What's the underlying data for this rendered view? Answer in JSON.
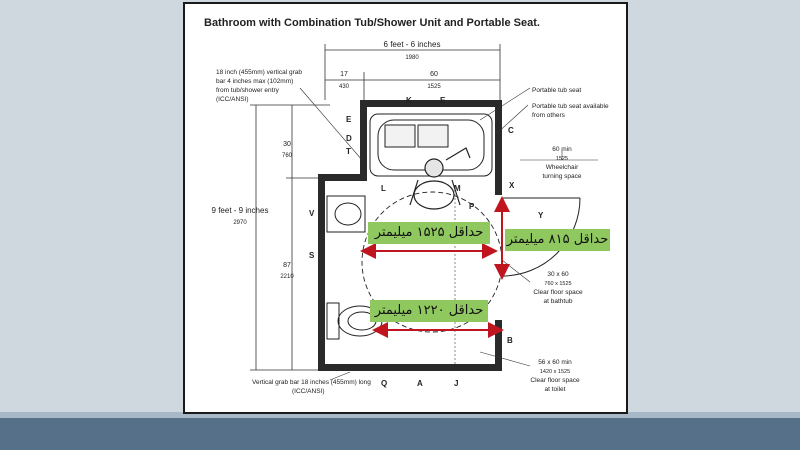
{
  "title": "Bathroom with Combination Tub/Shower Unit and Portable Seat.",
  "dims": {
    "top_total": "6 feet - 6 inches",
    "top_total_mm": "1980",
    "top_left": "17",
    "top_left_mm": "430",
    "top_right": "60",
    "top_right_mm": "1525",
    "left_total": "9 feet - 9 inches",
    "left_total_mm": "2970",
    "left_upper": "30",
    "left_upper_mm": "760",
    "left_lower": "87",
    "left_lower_mm": "2210"
  },
  "notes": {
    "grab_bar_top": [
      "18 inch (455mm) vertical grab",
      "bar 4 inches max (102mm)",
      "from tub/shower entry",
      "(ICC/ANSI)"
    ],
    "portable_seat": "Portable tub seat",
    "portable_seat_avail": [
      "Portable tub seat available",
      "from others"
    ],
    "turning": [
      "60 min",
      "1525",
      "Wheelchair",
      "turning space"
    ],
    "tub_clear": [
      "30 x 60",
      "760 x 1525",
      "Clear floor space",
      "at bathtub"
    ],
    "toilet_clear": [
      "56 x 60 min",
      "1420 x 1525",
      "Clear floor space",
      "at toilet"
    ],
    "grab_bar_bottom": [
      "Vertical grab bar 18 inches (455mm) long",
      "(ICC/ANSI)"
    ]
  },
  "letters": {
    "K": "K",
    "E": "E",
    "C": "C",
    "D": "D",
    "T": "T",
    "X": "X",
    "L": "L",
    "M": "M",
    "P": "P",
    "V": "V",
    "S": "S",
    "Y": "Y",
    "B": "B",
    "Q": "Q",
    "A": "A",
    "J": "J"
  },
  "annotations": {
    "label_1525": "حداقل ۱۵۲۵ میلیمتر",
    "label_815": "حداقل ۸۱۵ میلیمتر",
    "label_1220": "حداقل ۱۲۲۰ میلیمتر"
  },
  "colors": {
    "annotation_arrow": "#c0141e",
    "annotation_bg": "#8fc85f",
    "wall": "#2a2a2a"
  }
}
